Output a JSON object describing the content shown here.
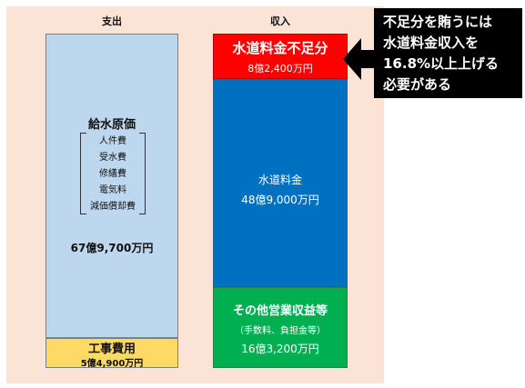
{
  "headers": {
    "expense": "支出",
    "income": "収入"
  },
  "expense": {
    "cost": {
      "title": "給水原価",
      "items": [
        "人件費",
        "受水費",
        "修繕費",
        "電気料",
        "減価償却費"
      ],
      "amount": "67億9,700万円"
    },
    "construction": {
      "title": "工事費用",
      "amount": "5億4,900万円"
    }
  },
  "income": {
    "shortage": {
      "title": "水道料金不足分",
      "amount": "8億2,400万円"
    },
    "water_fee": {
      "title": "水道料金",
      "amount": "48億9,000万円"
    },
    "other": {
      "title": "その他営業収益等",
      "note": "（手数料、負担金等）",
      "amount": "16億3,200万円"
    }
  },
  "callout": {
    "lines": [
      "不足分を賄うには",
      "水道料金収入を",
      "16.8%以上上げる",
      "必要がある"
    ]
  },
  "colors": {
    "cost": "#bdd7ee",
    "construction": "#ffd966",
    "shortage": "#ff0000",
    "water_fee": "#0070c0",
    "other": "#00b050",
    "background": "#fbe3d6"
  }
}
